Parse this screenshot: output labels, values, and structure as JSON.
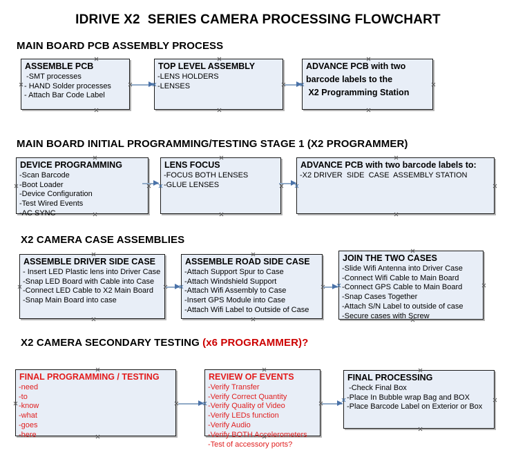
{
  "document": {
    "title": "IDRIVE X2  SERIES CAMERA PROCESSING FLOWCHART"
  },
  "sections": [
    {
      "heading": "MAIN BOARD PCB ASSEMBLY PROCESS",
      "heading_accent": "",
      "nodes": [
        {
          "header": "ASSEMBLE PCB",
          "lines": [
            " -SMT processes",
            "- HAND Solder processes",
            "- Attach Bar Code Label"
          ],
          "color": "black"
        },
        {
          "header": "TOP LEVEL ASSEMBLY",
          "lines": [
            "-LENS HOLDERS",
            "-LENSES"
          ],
          "color": "black"
        },
        {
          "header": "ADVANCE PCB with two",
          "lines": [
            "barcode labels to the",
            " X2 Programming Station"
          ],
          "color": "black",
          "bold_lines": true
        }
      ]
    },
    {
      "heading": "MAIN BOARD INITIAL PROGRAMMING/TESTING STAGE 1 (X2 PROGRAMMER)",
      "heading_accent": "",
      "nodes": [
        {
          "header": "DEVICE PROGRAMMING",
          "lines": [
            "-Scan Barcode",
            "-Boot Loader",
            "-Device Configuration",
            "-Test Wired Events",
            "-AC SYNC"
          ],
          "color": "black"
        },
        {
          "header": "LENS FOCUS",
          "lines": [
            "-FOCUS BOTH LENSES",
            "-GLUE LENSES"
          ],
          "color": "black"
        },
        {
          "header": "ADVANCE PCB with two barcode labels to:",
          "lines": [
            "-X2 DRIVER  SIDE  CASE  ASSEMBLY STATION"
          ],
          "color": "black"
        }
      ]
    },
    {
      "heading": "X2 CAMERA CASE ASSEMBLIES",
      "heading_accent": "",
      "nodes": [
        {
          "header": "ASSEMBLE DRIVER SIDE CASE",
          "lines": [
            "- Insert LED Plastic lens into Driver Case",
            "-Snap LED Board with Cable into Case",
            "-Connect LED Cable to X2 Main Board",
            "-Snap Main Board into case"
          ],
          "color": "black"
        },
        {
          "header": "ASSEMBLE ROAD SIDE CASE",
          "lines": [
            "-Attach Support Spur to Case",
            "-Attach Windshield Support",
            "-Attach Wifi Assembly to Case",
            "-Insert GPS Module into Case",
            "-Attach Wifi Label to Outside of Case"
          ],
          "color": "black"
        },
        {
          "header": "JOIN THE TWO CASES",
          "lines": [
            "-Slide Wifi Antenna into Driver Case",
            "-Connect Wifi Cable to Main Board",
            "-Connect GPS Cable to Main Board",
            "-Snap Cases Together",
            "-Attach S/N Label to outside of case",
            "-Secure cases with Screw"
          ],
          "color": "black"
        }
      ]
    },
    {
      "heading": "X2 CAMERA SECONDARY TESTING ",
      "heading_accent": "(x6 PROGRAMMER)?",
      "nodes": [
        {
          "header": "FINAL PROGRAMMING / TESTING",
          "lines": [
            "-need",
            "-to",
            "-know",
            "-what",
            "-goes",
            "-here"
          ],
          "color": "red"
        },
        {
          "header": "REVIEW OF EVENTS",
          "lines": [
            "-Verify Transfer",
            "-Verify Correct Quantity",
            "-Verify Quality of Video",
            "-Verify LEDs function",
            "-Verify Audio",
            "-Verify BOTH Accelerometers",
            "-Test of accessory ports?"
          ],
          "color": "red"
        },
        {
          "header": "FINAL PROCESSING",
          "lines": [
            " -Check Final Box",
            "-Place In Bubble wrap Bag and BOX",
            "-Place Barcode Label on Exterior or Box"
          ],
          "color": "black"
        }
      ]
    }
  ],
  "colors": {
    "node_fill": "#e8eef7",
    "node_border": "#1a1a1a",
    "accent_red": "#e31b1b",
    "arrow": "#4a72a8"
  }
}
